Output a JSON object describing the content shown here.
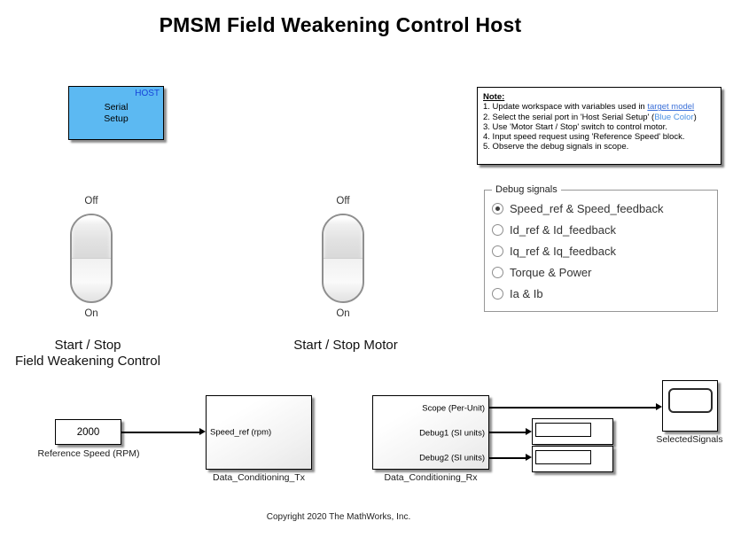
{
  "title": "PMSM Field Weakening Control Host",
  "serial_setup": {
    "tag": "HOST",
    "line1": "Serial",
    "line2": "Setup"
  },
  "note": {
    "heading": "Note:",
    "line1_prefix": "1. Update workspace with variables used in ",
    "line1_link": "target model",
    "line2_prefix": "2. Select the serial port in 'Host Serial Setup' (",
    "line2_highlight": "Blue Color",
    "line2_suffix": ")",
    "line3": "3. Use 'Motor Start / Stop' switch to control motor.",
    "line4": "4. Input speed request using 'Reference Speed' block.",
    "line5": "5. Observe the debug signals in scope."
  },
  "debug_signals": {
    "legend": "Debug signals",
    "options": [
      {
        "label": "Speed_ref & Speed_feedback",
        "selected": true
      },
      {
        "label": "Id_ref & Id_feedback",
        "selected": false
      },
      {
        "label": "Iq_ref & Iq_feedback",
        "selected": false
      },
      {
        "label": "Torque & Power",
        "selected": false
      },
      {
        "label": "Ia & Ib",
        "selected": false
      }
    ]
  },
  "switch_field_weakening": {
    "top_label": "Off",
    "bottom_label": "On",
    "name_line1": "Start / Stop",
    "name_line2": "Field Weakening Control"
  },
  "switch_motor": {
    "top_label": "Off",
    "bottom_label": "On",
    "name": "Start / Stop Motor"
  },
  "reference_speed": {
    "value": "2000",
    "label": "Reference Speed (RPM)"
  },
  "data_conditioning_tx": {
    "port_in": "Speed_ref (rpm)",
    "name": "Data_Conditioning_Tx"
  },
  "data_conditioning_rx": {
    "port_out1": "Scope (Per-Unit)",
    "port_out2": "Debug1 (SI units)",
    "port_out3": "Debug2 (SI units)",
    "name": "Data_Conditioning_Rx"
  },
  "scope": {
    "name": "SelectedSignals"
  },
  "copyright": "Copyright 2020 The MathWorks, Inc.",
  "colors": {
    "serial_block_fill": "#5CB9F2",
    "host_tag_text": "#1643D9",
    "link_blue": "#3A6FD8",
    "note_highlight_blue": "#4A90E2"
  }
}
